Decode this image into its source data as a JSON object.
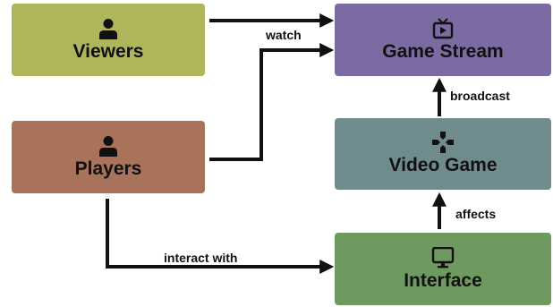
{
  "nodes": {
    "viewers": {
      "label": "Viewers",
      "icon": "user-icon",
      "color": "#afb55b"
    },
    "players": {
      "label": "Players",
      "icon": "user-icon",
      "color": "#a8735a"
    },
    "stream": {
      "label": "Game Stream",
      "icon": "tv-icon",
      "color": "#7c6aa3"
    },
    "videogame": {
      "label": "Video Game",
      "icon": "gamepad-icon",
      "color": "#6f8b8e"
    },
    "interface": {
      "label": "Interface",
      "icon": "monitor-icon",
      "color": "#6e9a5f"
    }
  },
  "edges": {
    "watch": {
      "label": "watch",
      "from": "Viewers",
      "to": "Game Stream"
    },
    "players_to_stream": {
      "label": "",
      "from": "Players",
      "to": "Game Stream"
    },
    "broadcast": {
      "label": "broadcast",
      "from": "Video Game",
      "to": "Game Stream"
    },
    "affects": {
      "label": "affects",
      "from": "Interface",
      "to": "Video Game"
    },
    "interact": {
      "label": "interact with",
      "from": "Players",
      "to": "Interface"
    }
  },
  "colors": {
    "edge": "#111111"
  }
}
